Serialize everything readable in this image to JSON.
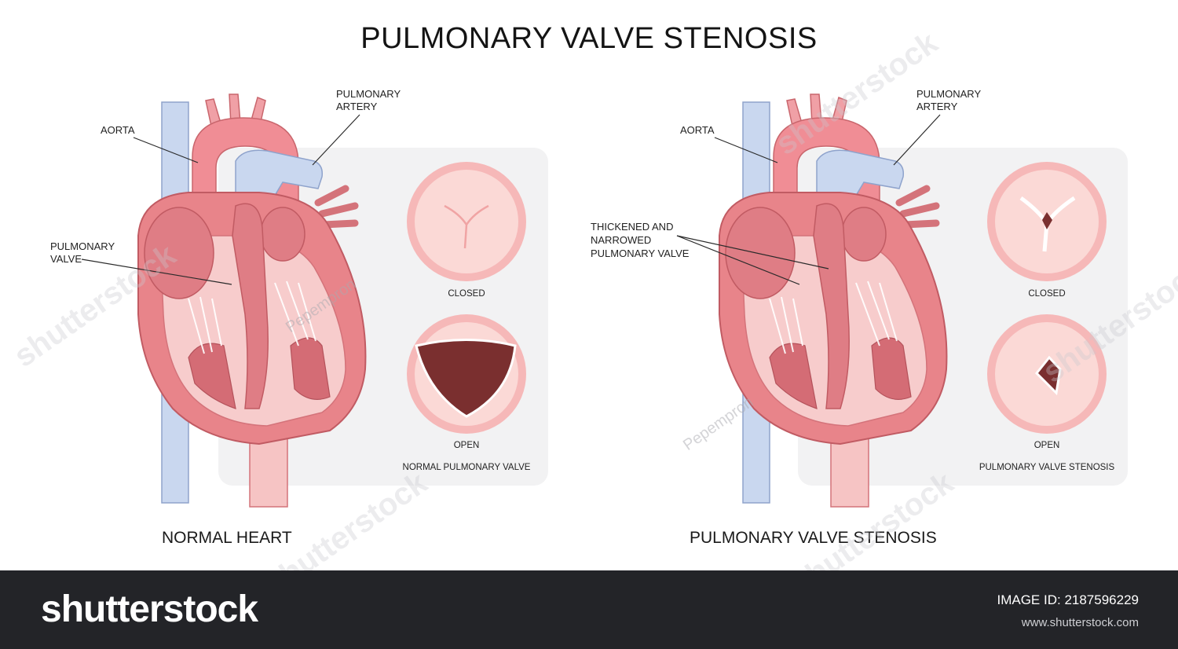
{
  "title": "PULMONARY VALVE STENOSIS",
  "left_panel": {
    "caption": "NORMAL HEART",
    "labels": {
      "aorta": "AORTA",
      "pulmonary_artery_1": "PULMONARY",
      "pulmonary_artery_2": "ARTERY",
      "pulmonary_valve_1": "PULMONARY",
      "pulmonary_valve_2": "VALVE"
    },
    "inset": {
      "closed": "CLOSED",
      "open": "OPEN",
      "caption": "NORMAL PULMONARY VALVE"
    }
  },
  "right_panel": {
    "caption": "PULMONARY VALVE STENOSIS",
    "labels": {
      "aorta": "AORTA",
      "pulmonary_artery_1": "PULMONARY",
      "pulmonary_artery_2": "ARTERY",
      "thickened_1": "THICKENED AND",
      "thickened_2": "NARROWED",
      "thickened_3": "PULMONARY VALVE"
    },
    "inset": {
      "closed": "CLOSED",
      "open": "OPEN",
      "caption": "PULMONARY VALVE STENOSIS"
    }
  },
  "watermarks": {
    "brand_wm": "shutterstock",
    "author_wm": "Pepempron"
  },
  "footer": {
    "brand": "shutterstock",
    "image_id": "IMAGE ID: 2187596229",
    "site": "www.shutterstock.com"
  },
  "colors": {
    "heart_fill": "#e8848a",
    "heart_light": "#f6c4c4",
    "vein_blue": "#c9d7ef",
    "inset_bg": "#f2f2f3",
    "footer_bg": "#232428",
    "valve_open_dark": "#7a2f2f"
  }
}
